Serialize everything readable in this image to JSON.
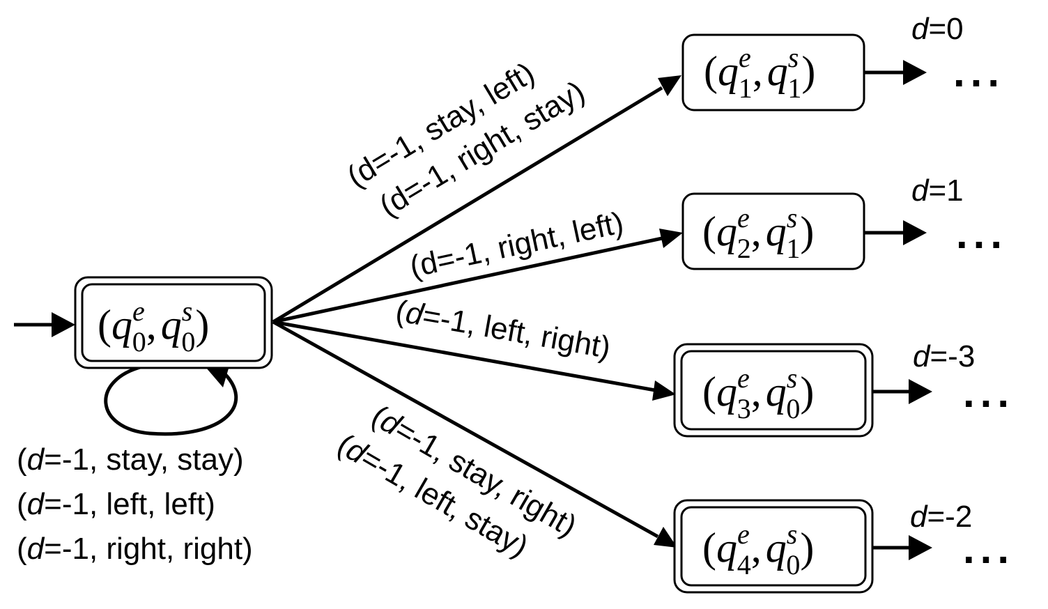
{
  "nodes": [
    {
      "id": "n0",
      "e_index": "0",
      "s_index": "0",
      "double_border": true,
      "initial": true,
      "depth_label": ""
    },
    {
      "id": "n1",
      "e_index": "1",
      "s_index": "1",
      "double_border": false,
      "initial": false,
      "depth_label": "=0"
    },
    {
      "id": "n2",
      "e_index": "2",
      "s_index": "1",
      "double_border": false,
      "initial": false,
      "depth_label": "=1"
    },
    {
      "id": "n3",
      "e_index": "3",
      "s_index": "0",
      "double_border": true,
      "initial": false,
      "depth_label": "=-3"
    },
    {
      "id": "n4",
      "e_index": "4",
      "s_index": "0",
      "double_border": true,
      "initial": false,
      "depth_label": "=-2"
    }
  ],
  "symbols": {
    "state_e": "q",
    "state_e_sup": "e",
    "state_s": "q",
    "state_s_sup": "s",
    "open_paren": "(",
    "comma": ",",
    "close_paren": ")",
    "depth_var": "d",
    "continuation": "..."
  },
  "edge_labels": {
    "self_loop": [
      "=-1, stay, stay)",
      "=-1, left, left)",
      "=-1, right, right)"
    ],
    "to_n1": [
      "(d=-1, stay, left)",
      "(d=-1, right, stay)"
    ],
    "to_n2": [
      "(d=-1, right, left)"
    ],
    "to_n3": [
      "=-1, left, right)"
    ],
    "to_n4": [
      "=-1, stay, right)",
      "=-1, left, stay)"
    ]
  },
  "paren_d": {
    "open": "(",
    "d": "d"
  }
}
